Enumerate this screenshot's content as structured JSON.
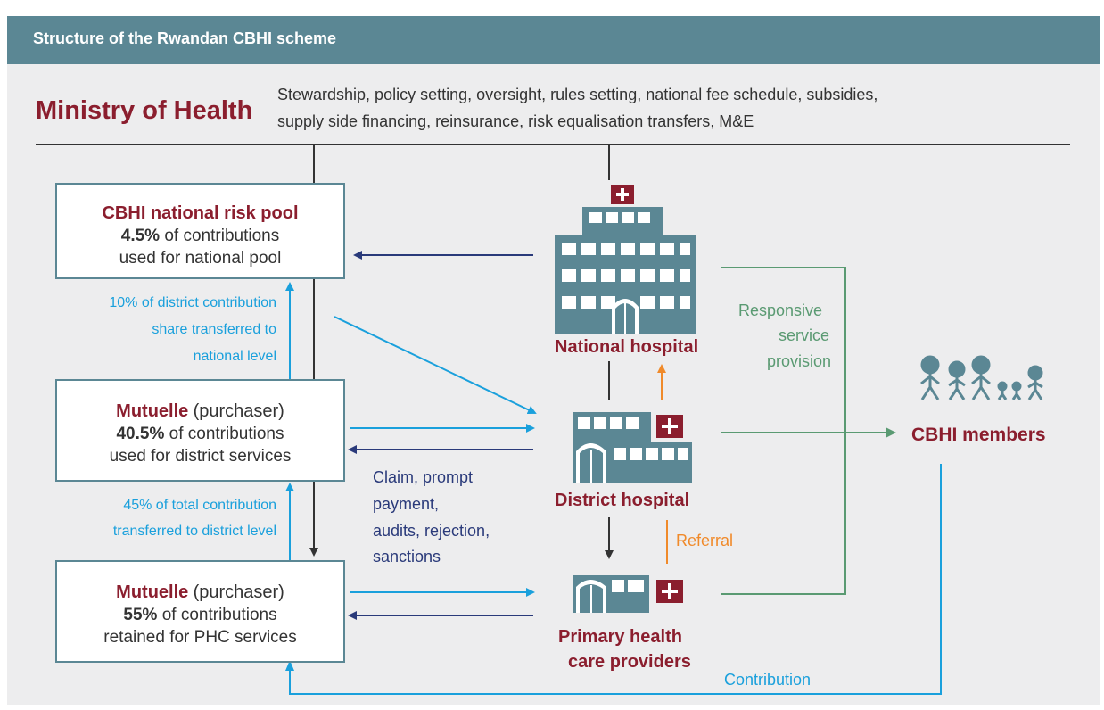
{
  "title": "Structure of the Rwandan CBHI scheme",
  "ministry": {
    "name": "Ministry of Health",
    "roles_line1": "Stewardship, policy setting, oversight, rules setting, national fee schedule, subsidies,",
    "roles_line2": "supply side financing, reinsurance, risk equalisation transfers, M&E"
  },
  "boxes": {
    "national_pool": {
      "title": "CBHI national risk pool",
      "pct": "4.5%",
      "line1": "of contributions",
      "line2": "used for national pool"
    },
    "district_mutuelle": {
      "title": "Mutuelle",
      "role": "(purchaser)",
      "pct": "40.5%",
      "line1": "of contributions",
      "line2": "used for district services"
    },
    "phc_mutuelle": {
      "title": "Mutuelle",
      "role": "(purchaser)",
      "pct": "55%",
      "line1": "of contributions",
      "line2": "retained for PHC services"
    }
  },
  "transfers": {
    "to_national_l1": "10% of district contribution",
    "to_national_l2": "share transferred to",
    "to_national_l3": "national level",
    "to_district_l1": "45% of total contribution",
    "to_district_l2": "transferred  to district level"
  },
  "claims": {
    "l1": "Claim, prompt",
    "l2": "payment,",
    "l3": "audits, rejection,",
    "l4": "sanctions"
  },
  "providers": {
    "national": "National hospital",
    "district": "District hospital",
    "phc_l1": "Primary health",
    "phc_l2": "care providers"
  },
  "service": {
    "l1": "Responsive",
    "l2": "service",
    "l3": "provision"
  },
  "referral": "Referral",
  "members": "CBHI members",
  "contribution": "Contribution",
  "colors": {
    "header": "#5b8794",
    "maroon": "#8b1e2e",
    "cyan": "#1aa0dc",
    "navy": "#2a3a7a",
    "green": "#5a9a72",
    "orange": "#f08a2a"
  }
}
